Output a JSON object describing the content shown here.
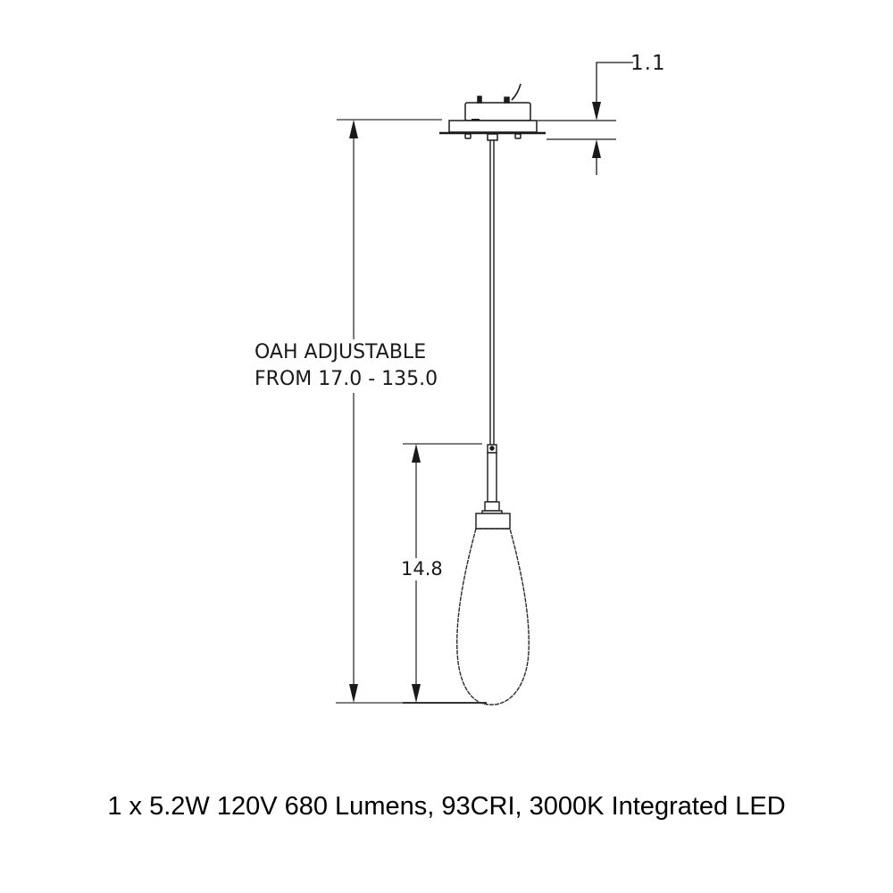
{
  "drawing": {
    "title": "Pendant light dimension drawing",
    "units_implied": "inches",
    "colors": {
      "line": "#1a1a1a",
      "dimension_line": "#333333",
      "background": "#ffffff"
    },
    "dimensions": {
      "canopy_height": "1.1",
      "oah_line1": "OAH ADJUSTABLE",
      "oah_line2": "FROM 17.0 - 135.0",
      "pendant_height": "14.8"
    },
    "parts": [
      "ceiling canopy",
      "mounting plate",
      "suspension cable",
      "cable gripper",
      "socket stem",
      "socket cap",
      "teardrop glass shade"
    ]
  },
  "spec": {
    "text": "1 x 5.2W 120V 680 Lumens, 93CRI, 3000K Integrated LED"
  }
}
